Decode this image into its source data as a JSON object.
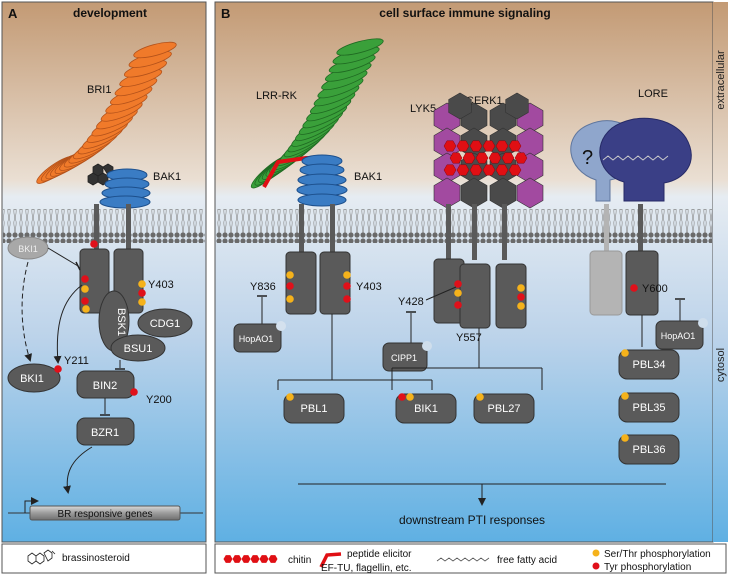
{
  "panel_a": {
    "letter": "A",
    "title": "development",
    "receptor": "BRI1",
    "coreceptor": "BAK1",
    "bki1_membrane": "BKI1",
    "bki1_cytosol": "BKI1",
    "bsk1": "BSK1",
    "cdg1": "CDG1",
    "bsu1": "BSU1",
    "bin2": "BIN2",
    "bzr1": "BZR1",
    "site_y403": "Y403",
    "site_y211": "Y211",
    "site_y200": "Y200",
    "genes": "BR responsive genes"
  },
  "panel_b": {
    "letter": "B",
    "title": "cell surface immune signaling",
    "lrr_rk": "LRR-RK",
    "bak1": "BAK1",
    "lyk5": "LYK5",
    "cerk1": "CERK1",
    "lore": "LORE",
    "unknown": "?",
    "hopao1_left": "HopAO1",
    "hopao1_right": "HopAO1",
    "cipp1": "CIPP1",
    "site_y836": "Y836",
    "site_y403": "Y403",
    "site_y428": "Y428",
    "site_y557": "Y557",
    "site_y600": "Y600",
    "pbl1": "PBL1",
    "bik1": "BIK1",
    "pbl27": "PBL27",
    "pbl34": "PBL34",
    "pbl35": "PBL35",
    "pbl36": "PBL36",
    "downstream": "downstream PTI responses"
  },
  "side_labels": {
    "extracellular": "extracellular",
    "cytosol": "cytosol"
  },
  "legend": {
    "brassinosteroid": "brassinosteroid",
    "chitin": "chitin",
    "peptide_elicitor": "peptide elicitor",
    "peptide_examples": "EF-TU, flagellin, etc.",
    "free_fatty_acid": "free fatty acid",
    "ser_thr": "Ser/Thr phosphorylation",
    "tyr": "Tyr phosphorylation"
  },
  "colors": {
    "bri1_orange": "#f07a2a",
    "bak1_blue": "#3a7cc4",
    "lrr_green": "#3aa03a",
    "lysm_purple": "#a24aa0",
    "kinase_grey": "#5a5a5a",
    "ser_thr_dot": "#f5b21b",
    "tyr_dot": "#e0101a",
    "chitin_red": "#e00f14",
    "lore_lightblue": "#8fa6cc",
    "lore_darkblue": "#3a3f86"
  }
}
